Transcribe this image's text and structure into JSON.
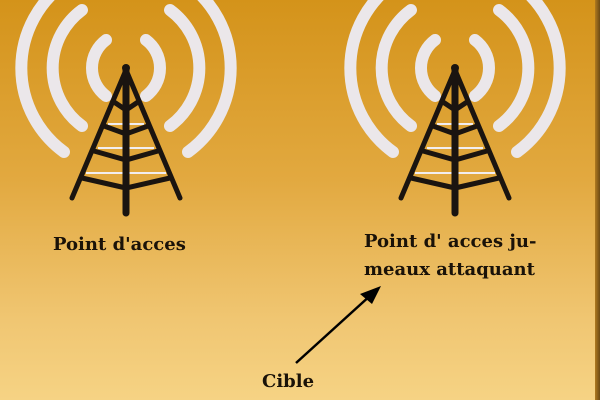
{
  "labels": {
    "access_point": "Point d'acces",
    "twin_line1": "Point d' acces ju-",
    "twin_line2": "meaux attaquant",
    "target": "Cible"
  },
  "icons": [
    "radio-tower-icon",
    "radio-tower-icon",
    "arrow-icon"
  ],
  "colors": {
    "background_top": "#d4931a",
    "background_bottom": "#f6d384",
    "waves": "#ece8ea",
    "tower": "#1a1410"
  }
}
